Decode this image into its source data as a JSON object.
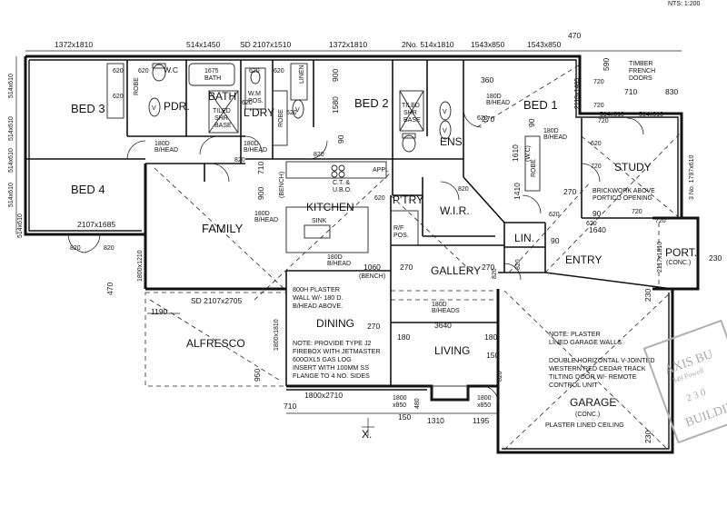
{
  "top_dims": {
    "t0": "1372x1810",
    "t1": "514x1450",
    "t2": "SD 2107x1510",
    "t3": "1372x1810",
    "t4": "2No. 514x1810",
    "t5": "1543x850",
    "t6": "1543x850",
    "t7": "470"
  },
  "top_right": {
    "scale": "NTS: 1:200",
    "timber_doors": [
      "TIMBER",
      "FRENCH",
      "DOORS"
    ],
    "d590": "590",
    "d710": "710",
    "d830": "830",
    "w514a": "514x610",
    "w514b": "514x610",
    "d720a": "720",
    "d720b": "720"
  },
  "left_dims": {
    "l0": "514x610",
    "l1": "514x610",
    "l2": "514x610",
    "l3": "514x610",
    "l4": "514x610",
    "w2107": "2107x1685",
    "w1800": "1800x1210",
    "d470": "470"
  },
  "rooms": {
    "bed3": "BED 3",
    "bed4": "BED 4",
    "wc": "W.C",
    "bath": "BATH",
    "pdr": "PDR.",
    "ldry": "L'DRY",
    "bed2": "BED 2",
    "bed1": "BED 1",
    "ens": "ENS.",
    "wir": "W.I.R.",
    "study": "STUDY",
    "kitchen": "KITCHEN",
    "ptry": "P'TRY",
    "family": "FAMILY",
    "lin": "LIN.",
    "gallery": "GALLERY",
    "entry": "ENTRY",
    "port": "PORT.",
    "port_sub": "(CONC.)",
    "dining": "DINING",
    "living": "LIVING",
    "alfresco": "ALFRESCO",
    "garage": "GARAGE",
    "garage_sub": "(CONC.)"
  },
  "labels": {
    "robe1": "ROBE",
    "robe2": "ROBE",
    "robe3": "ROBE",
    "linen": "LINEN",
    "bath1675": [
      "1675",
      "BATH"
    ],
    "wm": [
      "W.M",
      "POS."
    ],
    "tiled_shr_base": [
      "TILED",
      "SHR",
      "BASE"
    ],
    "tiled_shr_base_ens": [
      "TILED",
      "SHR",
      "BASE"
    ],
    "v": "V",
    "wc_label": "(W.C)",
    "ct": [
      "C.T. &",
      "U.B.O."
    ],
    "appl": "APPL",
    "bench1": "(BENCH)",
    "bench2": "(BENCH)",
    "sink": "SINK",
    "rf": [
      "R/F",
      "POS."
    ],
    "brick": [
      "BRICKWORK ABOVE",
      "PORTICO OPENING"
    ],
    "plaster_wall": [
      "800H PLASTER",
      "WALL W/- 180 D.",
      "B/HEAD ABOVE."
    ],
    "firebox": [
      "NOTE: PROVIDE TYPE J2",
      "FIREBOX WITH JETMASTER",
      "600OXL5 GAS LOG",
      "INSERT WITH 100MM SS",
      "FLANGE TO 4 NO. SIDES"
    ],
    "garage_note1": [
      "NOTE: PLASTER",
      "LINED GARAGE WALLS."
    ],
    "garage_note2": [
      "DOUBLE HORIZONTAL V-JOINTED",
      "WESTERN RED CEDAR TRACK",
      "TILTING DOOR W/- REMOTE",
      "CONTROL UNIT"
    ],
    "plaster_ceiling": "PLASTER LINED CEILING",
    "x_mark": "X.",
    "bh1": [
      "180D",
      "B/HEAD"
    ],
    "bh2": [
      "180D",
      "B/HEAD"
    ],
    "bh3": [
      "180D",
      "B/HEAD"
    ],
    "bh4": [
      "180D",
      "B/HEAD"
    ],
    "bh5": [
      "180D",
      "B/HEAD"
    ],
    "bh6": [
      "180D",
      "B/HEAD"
    ],
    "bh7": [
      "180D",
      "B/HEADS"
    ]
  },
  "dims": {
    "d620a": "620",
    "d620b": "620",
    "d620c": "620",
    "d620d": "620",
    "d620e": "620",
    "d620f": "620",
    "d620g": "620",
    "d620h": "620",
    "d620i": "620",
    "d620j": "620",
    "d620k": "620",
    "d620l": "620",
    "d820a": "820",
    "d820b": "820",
    "d820c": "820",
    "d820d": "820",
    "d820e": "820",
    "d820f": "820",
    "d820g": "820",
    "d820h": "820",
    "d720a": "720",
    "d720b": "720",
    "d720c": "720",
    "d720d": "720",
    "d90a": "90",
    "d90b": "90",
    "d90c": "90",
    "d90d": "90",
    "d360": "360",
    "d270a": "270",
    "d270b": "270",
    "d270c": "270",
    "d270d": "270",
    "d270e": "270",
    "d1060": "1060",
    "d3640": "3640",
    "d180a": "180",
    "d180b": "180",
    "d150": "150",
    "d1190": "1190",
    "d950": "950",
    "d1580": "1580",
    "d900a": "900",
    "d900b": "900",
    "d710": "710",
    "d1610": "1610",
    "d1410": "1410",
    "d1640": "1640",
    "w2110": "2110x1485",
    "w1797": "3 No. 1797x610",
    "w2117": "2117x1810",
    "sd2107": "SD 2107x2705",
    "w1800b": "1800x1810",
    "w1800c": "1800x2710",
    "d230a": "230",
    "d230b": "230",
    "d230c": "230",
    "b1800a": [
      "1800",
      "x850"
    ],
    "b1800b": [
      "1800",
      "x850"
    ],
    "b480": "480",
    "b1310": "1310",
    "b1195": "1195",
    "b150": "150",
    "b710": "710"
  },
  "stamp": {
    "l1": "AXIS BU",
    "l2": "349 Powell",
    "l3": "2 3 0",
    "l4": "BUILDIN"
  }
}
